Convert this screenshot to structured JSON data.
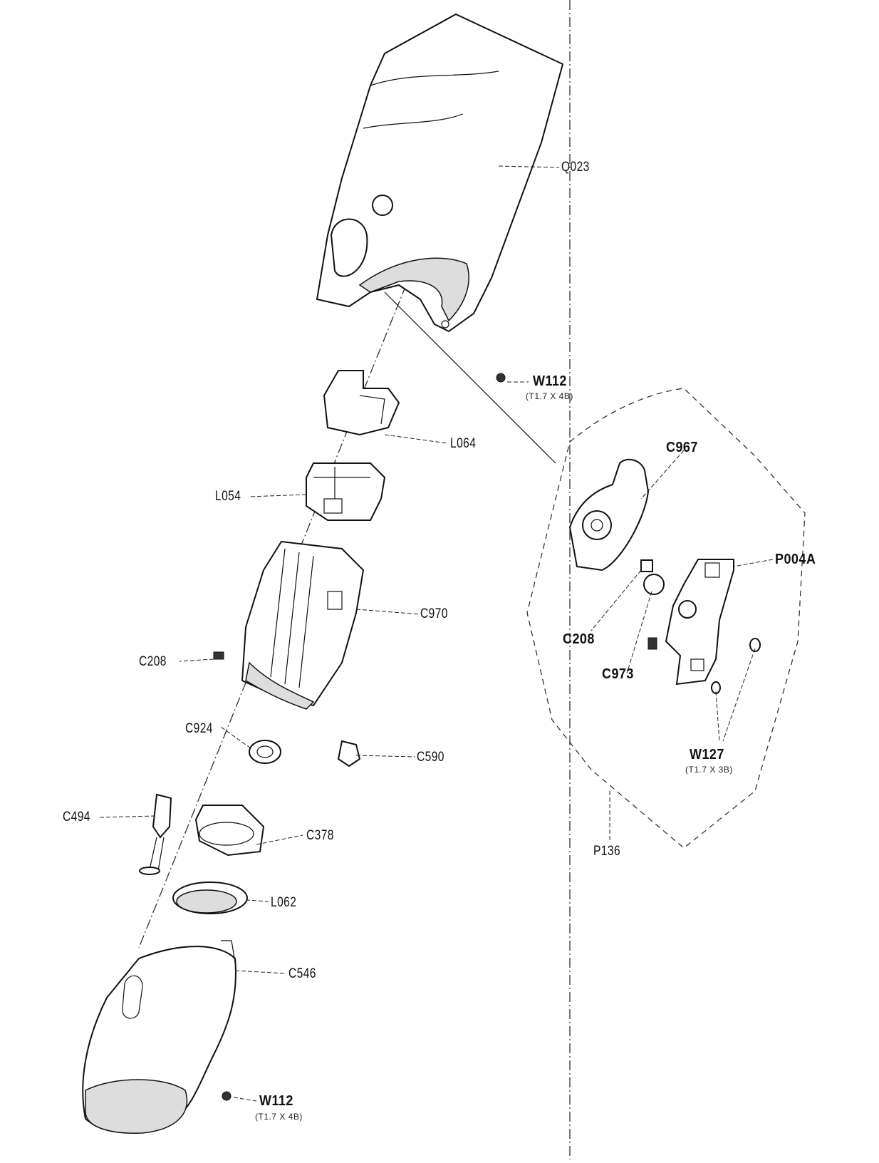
{
  "diagram": {
    "labels": {
      "q023": "Q023",
      "w112_top": "W112",
      "w112_top_spec": "(T1.7 X 4B)",
      "l064": "L064",
      "l054": "L054",
      "c967": "C967",
      "p004a": "P004A",
      "c970": "C970",
      "c208_right": "C208",
      "c208_left": "C208",
      "c973": "C973",
      "c924": "C924",
      "c590": "C590",
      "w127": "W127",
      "w127_spec": "(T1.7 X 3B)",
      "c494": "C494",
      "c378": "C378",
      "p136": "P136",
      "l062": "L062",
      "c546": "C546",
      "w112_bottom": "W112",
      "w112_bottom_spec": "(T1.7 X 4B)"
    }
  }
}
